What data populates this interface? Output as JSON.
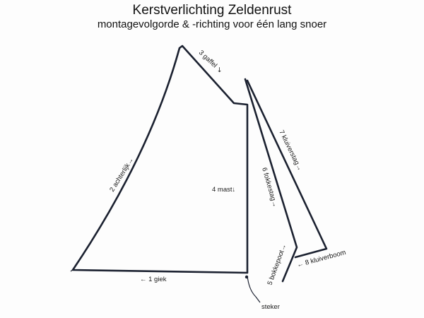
{
  "title": "Kerstverlichting Zeldenrust",
  "subtitle": "montagevolgorde & -richting voor één lang snoer",
  "labels": {
    "giek": "← 1 giek",
    "achterlijk": "2 achterlijk→",
    "gaffel": "3 gaffel ↘",
    "mast": "4 mast↓",
    "bokkepoot": "5 bokkepoot→",
    "fokkestag": "6 fokkestag→",
    "kluiverstag": "7 kluiverstag→",
    "kluiverboom": "← 8 kluiverboom",
    "steker": "steker"
  },
  "colors": {
    "line": "#1b2130",
    "text": "#1a1a1a",
    "background": "#fdfdfd"
  }
}
